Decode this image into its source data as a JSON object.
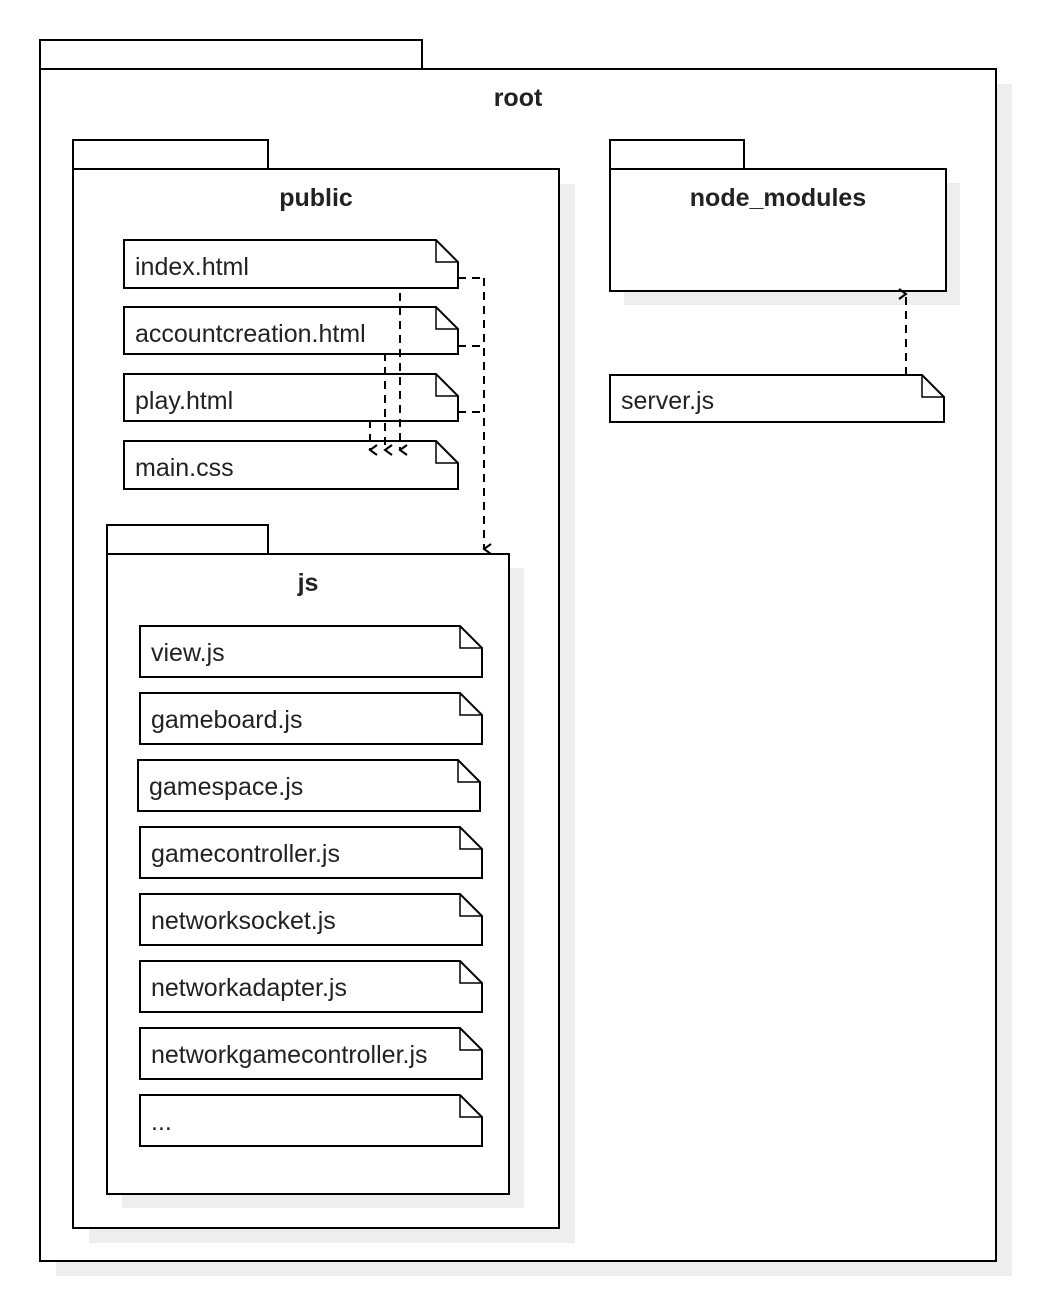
{
  "packages": {
    "root": {
      "title": "root"
    },
    "public": {
      "title": "public"
    },
    "node_modules": {
      "title": "node_modules"
    },
    "js": {
      "title": "js"
    }
  },
  "files": {
    "index_html": "index.html",
    "accountcreation_html": "accountcreation.html",
    "play_html": "play.html",
    "main_css": "main.css",
    "server_js": "server.js",
    "view_js": "view.js",
    "gameboard_js": "gameboard.js",
    "gamespace_js": "gamespace.js",
    "gamecontroller_js": "gamecontroller.js",
    "networksocket_js": "networksocket.js",
    "networkadapter_js": "networkadapter.js",
    "networkgamecontroller_js": "networkgamecontroller.js",
    "more": "..."
  },
  "colors": {
    "line": "#000000",
    "shadow": "#eeeeee",
    "text": "#222222",
    "background": "#ffffff"
  }
}
